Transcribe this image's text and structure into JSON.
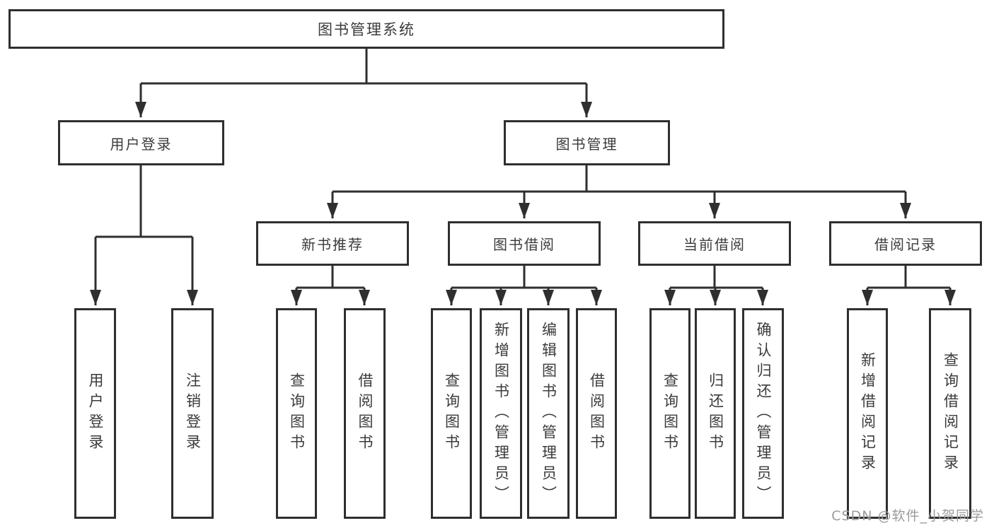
{
  "colors": {
    "line": "#2f2f2f",
    "text": "#3b3b3b",
    "watermark": "#9b9b9b",
    "background": "#ffffff"
  },
  "watermark": "CSDN @软件_小贺同学",
  "org": {
    "root": {
      "label": "图书管理系统"
    },
    "branches": [
      {
        "label": "用户登录",
        "children": [
          {
            "label": "用户登录"
          },
          {
            "label": "注销登录"
          }
        ]
      },
      {
        "label": "图书管理",
        "sections": [
          {
            "label": "新书推荐",
            "children": [
              {
                "label": "查询图书"
              },
              {
                "label": "借阅图书"
              }
            ]
          },
          {
            "label": "图书借阅",
            "children": [
              {
                "label": "查询图书"
              },
              {
                "label": "新增图书（管理员）"
              },
              {
                "label": "编辑图书（管理员）"
              },
              {
                "label": "借阅图书"
              }
            ]
          },
          {
            "label": "当前借阅",
            "children": [
              {
                "label": "查询图书"
              },
              {
                "label": "归还图书"
              },
              {
                "label": "确认归还（管理员）"
              }
            ]
          },
          {
            "label": "借阅记录",
            "children": [
              {
                "label": "新增借阅记录"
              },
              {
                "label": "查询借阅记录"
              }
            ]
          }
        ]
      }
    ]
  }
}
